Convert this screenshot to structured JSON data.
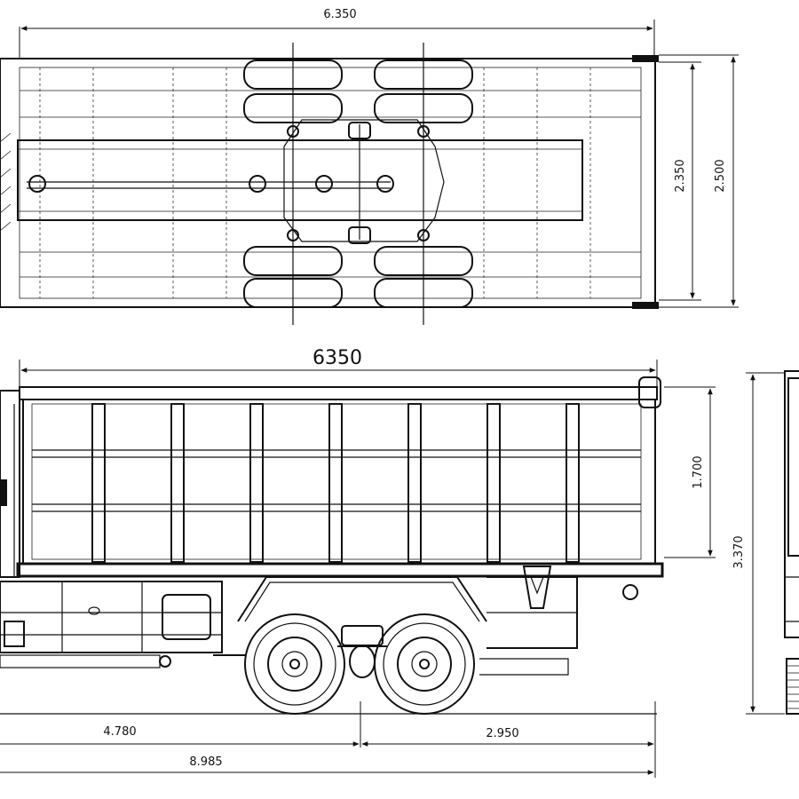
{
  "dimensions": {
    "top_length": "6.350",
    "top_inner_width": "2.350",
    "top_outer_width": "2.500",
    "side_body_length": "6350",
    "side_body_height": "1.700",
    "overall_height": "3.370",
    "wheelbase_front": "4.780",
    "rear_overhang": "2.950",
    "overall_length": "8.985"
  }
}
